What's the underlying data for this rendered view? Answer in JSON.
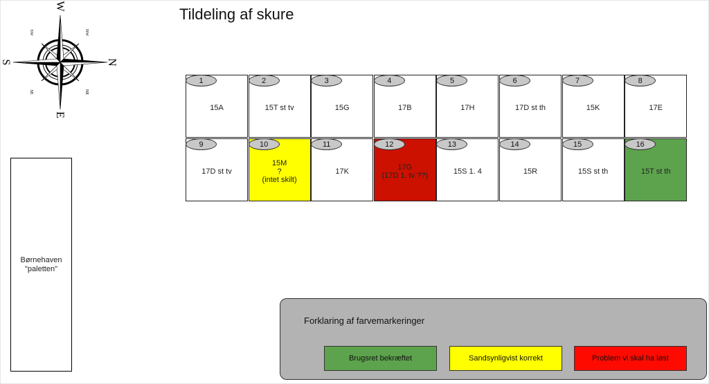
{
  "title": "Tildeling af skure",
  "compass": {
    "north": "N",
    "south": "S",
    "east": "E",
    "west": "W",
    "ne": "NE",
    "nw": "NW",
    "se": "SE",
    "sw": "SW"
  },
  "kindergarten": {
    "label": "Børnehaven\n\"paletten\""
  },
  "colors": {
    "green": "#5da34d",
    "yellow": "#ffff00",
    "red": "#cc1100",
    "legend_red": "#ff0a00",
    "white": "#ffffff"
  },
  "sheds": [
    {
      "number": "1",
      "label": "15A",
      "color": "white"
    },
    {
      "number": "2",
      "label": "15T st tv",
      "color": "white"
    },
    {
      "number": "3",
      "label": "15G",
      "color": "white"
    },
    {
      "number": "4",
      "label": "17B",
      "color": "white"
    },
    {
      "number": "5",
      "label": "17H",
      "color": "white"
    },
    {
      "number": "6",
      "label": "17D st th",
      "color": "white"
    },
    {
      "number": "7",
      "label": "15K",
      "color": "white"
    },
    {
      "number": "8",
      "label": "17E",
      "color": "white"
    },
    {
      "number": "9",
      "label": "17D st tv",
      "color": "white"
    },
    {
      "number": "10",
      "label": "15M\n?\n(intet skilt)",
      "color": "yellow"
    },
    {
      "number": "11",
      "label": "17K",
      "color": "white"
    },
    {
      "number": "12",
      "label": "17G\n(17D 1. tv ??)",
      "color": "red"
    },
    {
      "number": "13",
      "label": "15S 1. 4",
      "color": "white"
    },
    {
      "number": "14",
      "label": "15R",
      "color": "white"
    },
    {
      "number": "15",
      "label": "15S st th",
      "color": "white"
    },
    {
      "number": "16",
      "label": "15T st th",
      "color": "green"
    }
  ],
  "legend": {
    "title": "Forklaring af farvemarkeringer",
    "items": [
      {
        "label": "Brugsret bekræftet",
        "color": "green"
      },
      {
        "label": "Sandsynligvist korrekt",
        "color": "yellow"
      },
      {
        "label": "Problem vi skal ha løst",
        "color": "legend_red"
      }
    ]
  }
}
